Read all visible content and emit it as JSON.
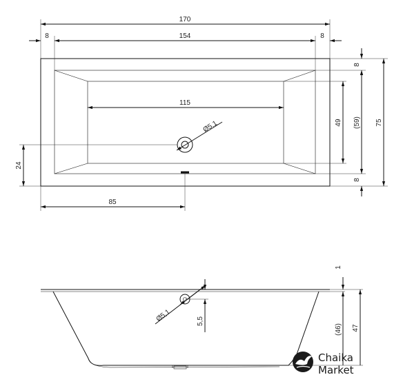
{
  "top_view": {
    "dimensions": {
      "overall_length": "170",
      "left_rim": "8",
      "inner_length": "154",
      "right_rim": "8",
      "bottom_length": "115",
      "drain_diameter": "Ø5,1",
      "drain_from_side": "24",
      "drain_from_end": "85",
      "top_rim_width": "8",
      "inner_width_bracket": "(59)",
      "bottom_width": "49",
      "bottom_rim_width": "8",
      "overall_width": "75"
    }
  },
  "side_view": {
    "dimensions": {
      "rim_thickness": "1",
      "drain_diameter": "Ø5,1",
      "drain_height": "5,5",
      "inner_depth_bracket": "(46)",
      "overall_depth": "47"
    }
  },
  "brand": {
    "name_line1": "Chaika",
    "name_line2": "Market",
    "logo_icon": "bird-icon",
    "color": "#1a1a1a"
  }
}
